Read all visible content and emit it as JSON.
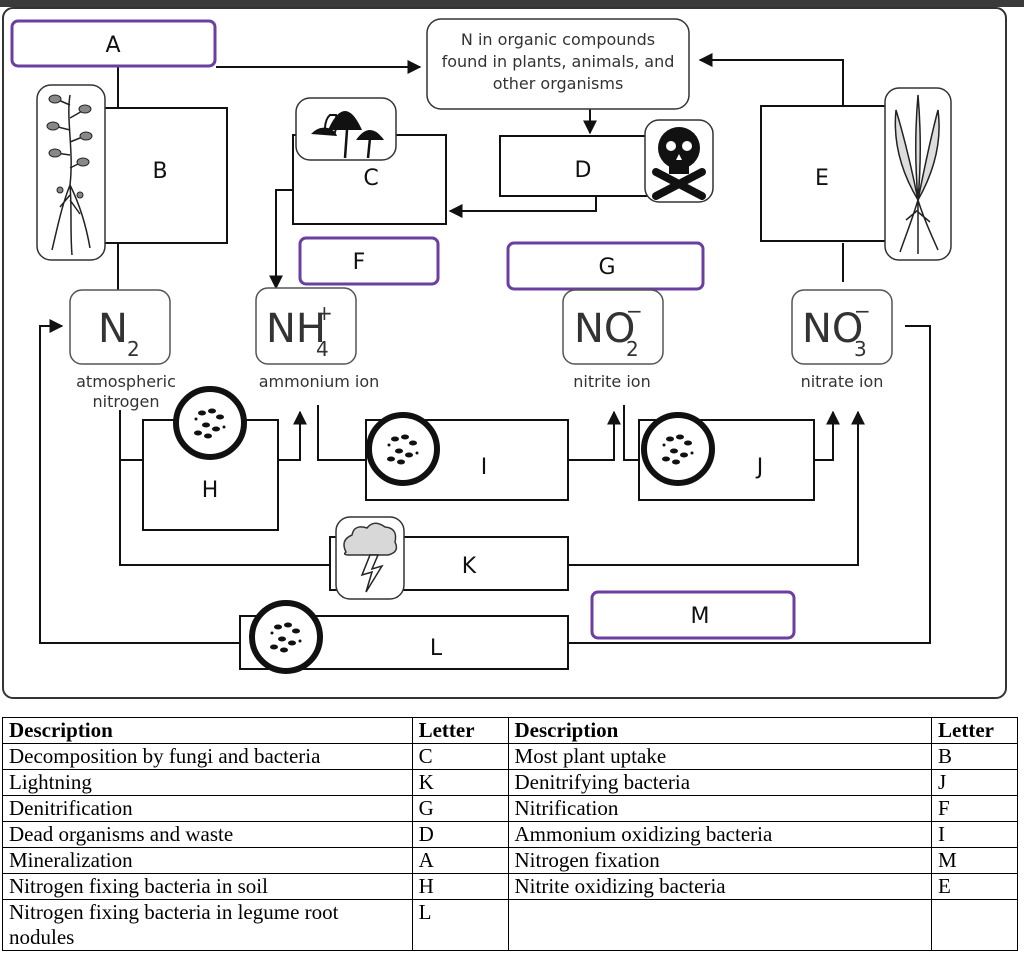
{
  "diagram": {
    "organic_box": [
      "N in organic compounds",
      "found in plants, animals, and",
      "other organisms"
    ],
    "labels": {
      "A": "A",
      "B": "B",
      "C": "C",
      "D": "D",
      "E": "E",
      "F": "F",
      "G": "G",
      "H": "H",
      "I": "I",
      "J": "J",
      "K": "K",
      "L": "L",
      "M": "M"
    },
    "species": {
      "n2": {
        "main": "N",
        "sub": "2",
        "caption": [
          "atmospheric",
          "nitrogen"
        ]
      },
      "nh4": {
        "main": "NH",
        "sup": "+",
        "sub": "4",
        "caption": [
          "ammonium ion"
        ]
      },
      "no2": {
        "main": "NO",
        "sup": "−",
        "sub": "2",
        "caption": [
          "nitrite ion"
        ]
      },
      "no3": {
        "main": "NO",
        "sup": "−",
        "sub": "3",
        "caption": [
          "nitrate ion"
        ]
      }
    },
    "icons": [
      "plant-roots-icon",
      "mushroom-icon",
      "skull-crossbones-icon",
      "grass-plant-icon",
      "bacteria-icon",
      "lightning-cloud-icon"
    ],
    "accent_color": "#6a3fa0"
  },
  "table": {
    "headers": [
      "Description",
      "Letter",
      "Description",
      "Letter"
    ],
    "rows": [
      [
        "Decomposition by fungi and bacteria",
        "C",
        "Most plant uptake",
        "B"
      ],
      [
        "Lightning",
        "K",
        "Denitrifying bacteria",
        "J"
      ],
      [
        "Denitrification",
        "G",
        "Nitrification",
        "F"
      ],
      [
        "Dead organisms and waste",
        "D",
        "Ammonium oxidizing bacteria",
        "I"
      ],
      [
        "Mineralization",
        "A",
        "Nitrogen fixation",
        "M"
      ],
      [
        "Nitrogen fixing bacteria in soil",
        "H",
        "Nitrite oxidizing bacteria",
        "E"
      ],
      [
        "Nitrogen fixing bacteria in legume root nodules",
        "L",
        "",
        ""
      ]
    ]
  }
}
